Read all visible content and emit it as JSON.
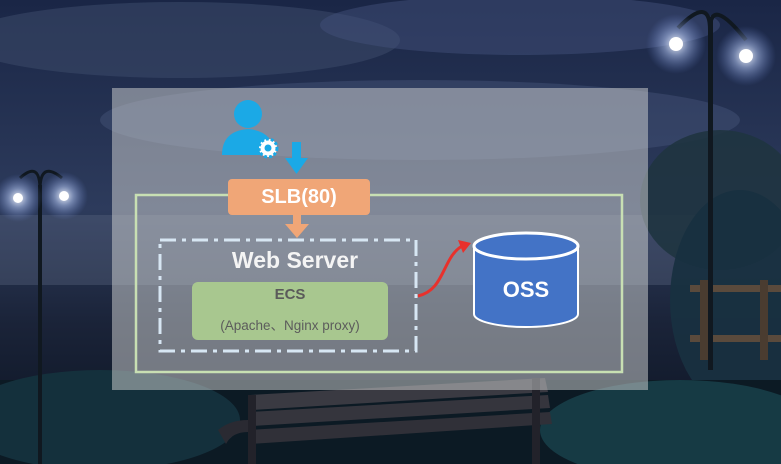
{
  "diagram": {
    "load_balancer_label": "SLB(80)",
    "web_server_title": "Web Server",
    "ecs_title": "ECS",
    "ecs_subtitle": "(Apache、Nginx proxy)",
    "storage_label": "OSS"
  },
  "icons": {
    "user": "user-gear-icon",
    "down_arrow": "down-arrow-icon",
    "curved_arrow": "curved-arrow-icon"
  },
  "colors": {
    "slb_box": "#f0a677",
    "ecs_box": "#a8c78f",
    "oss_cylinder": "#4373c6",
    "user_icon": "#1ba9e6",
    "frame_green": "#c8dfb3",
    "dashed_border": "#d7e6f3",
    "curved_arrow": "#e8312c"
  }
}
